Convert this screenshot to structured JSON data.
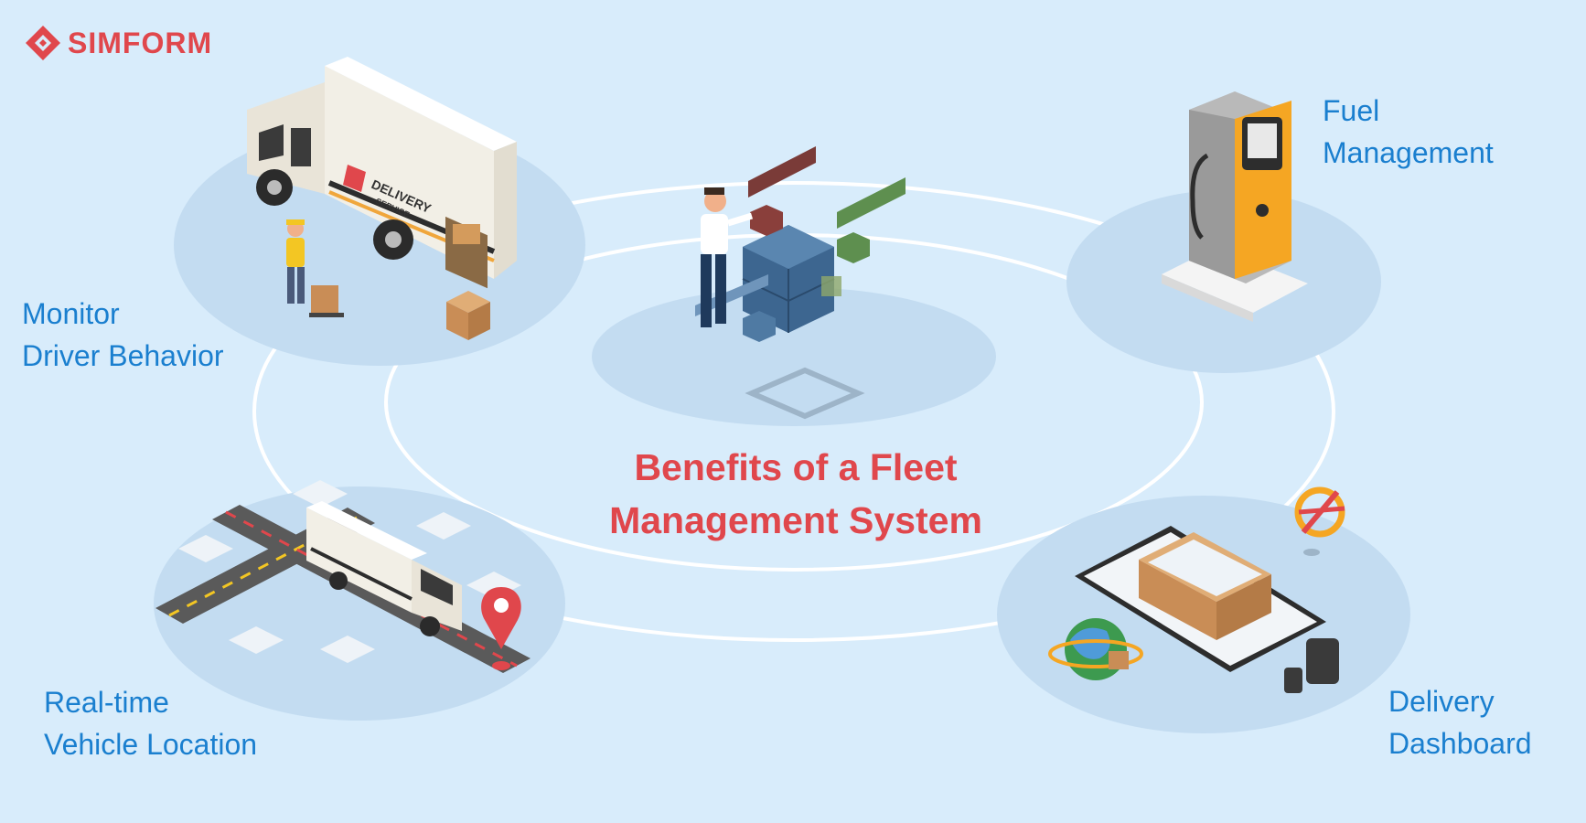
{
  "brand": {
    "name": "SIMFORM",
    "color": "#e0474c",
    "icon": "simform-logo-icon"
  },
  "title": {
    "line1": "Benefits of a Fleet",
    "line2": "Management System",
    "color": "#e0474c"
  },
  "label_color": "#1a7fcf",
  "benefits": {
    "driver": {
      "line1": "Monitor",
      "line2": "Driver Behavior",
      "icon": "delivery-truck-icon"
    },
    "fuel": {
      "line1": "Fuel",
      "line2": "Management",
      "icon": "fuel-pump-icon"
    },
    "location": {
      "line1": "Real-time",
      "line2": "Vehicle Location",
      "icon": "map-truck-icon"
    },
    "dashboard": {
      "line1": "Delivery",
      "line2": "Dashboard",
      "icon": "smartphone-package-icon"
    }
  },
  "truck_text": {
    "line1": "DELIVERY",
    "line2": "SERVICE"
  }
}
